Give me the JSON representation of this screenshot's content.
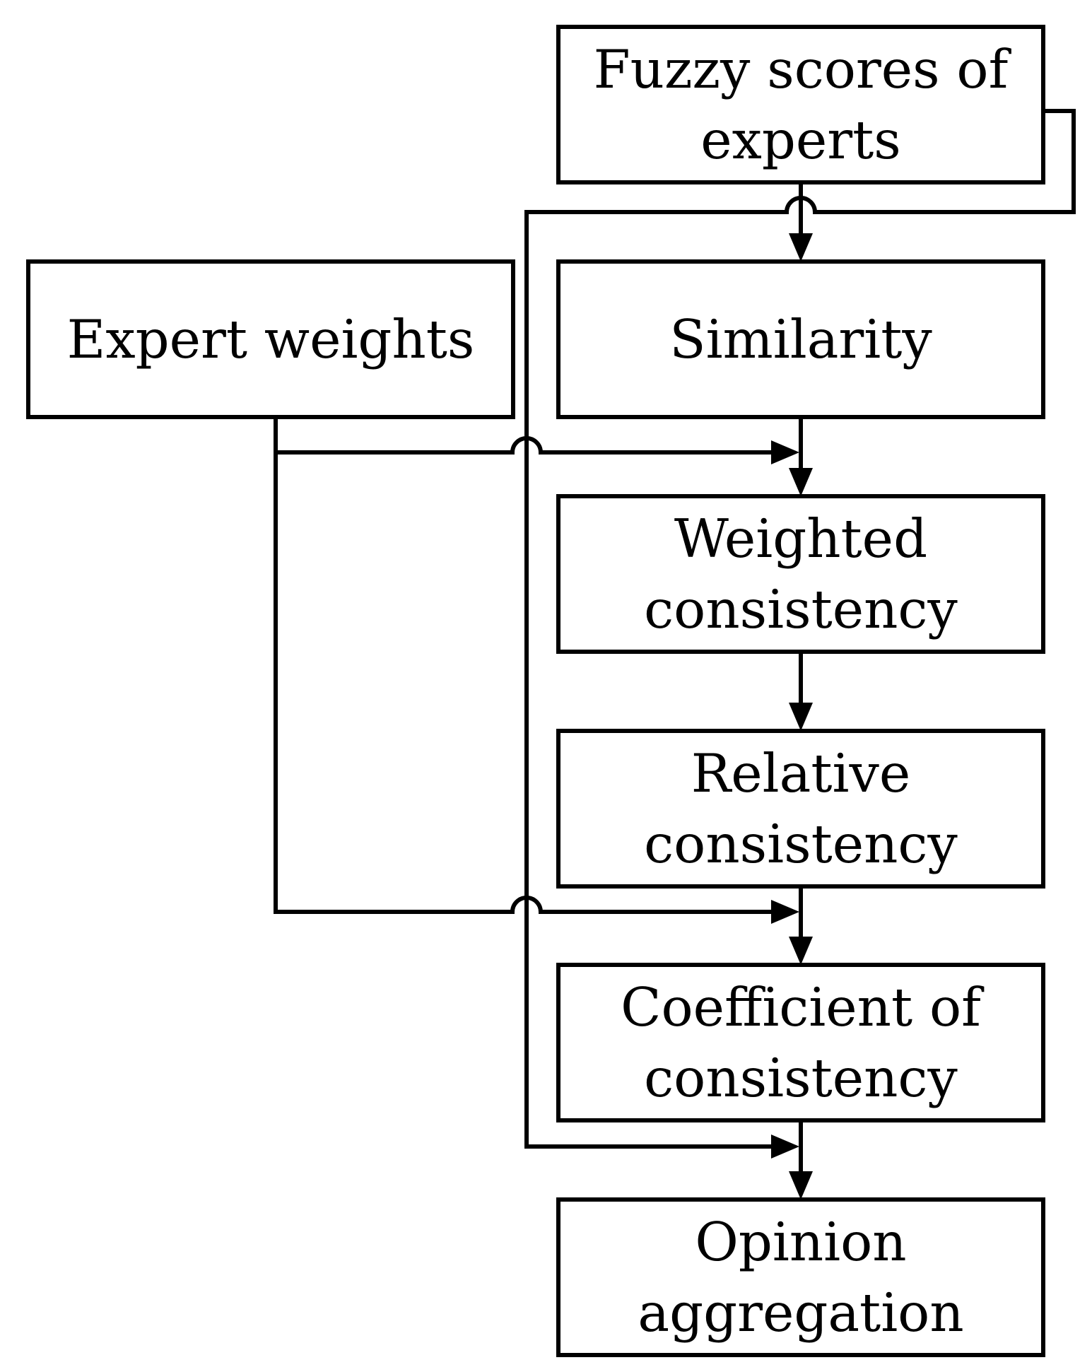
{
  "diagram": {
    "nodes": [
      {
        "id": "fuzzy-scores",
        "lines": [
          "Fuzzy scores of",
          "experts"
        ]
      },
      {
        "id": "expert-weights",
        "lines": [
          "Expert weights"
        ]
      },
      {
        "id": "similarity",
        "lines": [
          "Similarity"
        ]
      },
      {
        "id": "weighted-consistency",
        "lines": [
          "Weighted",
          "consistency"
        ]
      },
      {
        "id": "relative-consistency",
        "lines": [
          "Relative",
          "consistency"
        ]
      },
      {
        "id": "coefficient-consistency",
        "lines": [
          "Coefficient of",
          "consistency"
        ]
      },
      {
        "id": "opinion-aggregation",
        "lines": [
          "Opinion",
          "aggregation"
        ]
      }
    ],
    "edges": [
      {
        "from": "fuzzy-scores",
        "to": "similarity"
      },
      {
        "from": "similarity",
        "to": "weighted-consistency"
      },
      {
        "from": "expert-weights",
        "to": "weighted-consistency"
      },
      {
        "from": "weighted-consistency",
        "to": "relative-consistency"
      },
      {
        "from": "relative-consistency",
        "to": "coefficient-consistency"
      },
      {
        "from": "expert-weights",
        "to": "coefficient-consistency"
      },
      {
        "from": "coefficient-consistency",
        "to": "opinion-aggregation"
      },
      {
        "from": "fuzzy-scores",
        "to": "opinion-aggregation"
      }
    ],
    "colors": {
      "stroke": "#000000",
      "fill": "#ffffff"
    }
  }
}
